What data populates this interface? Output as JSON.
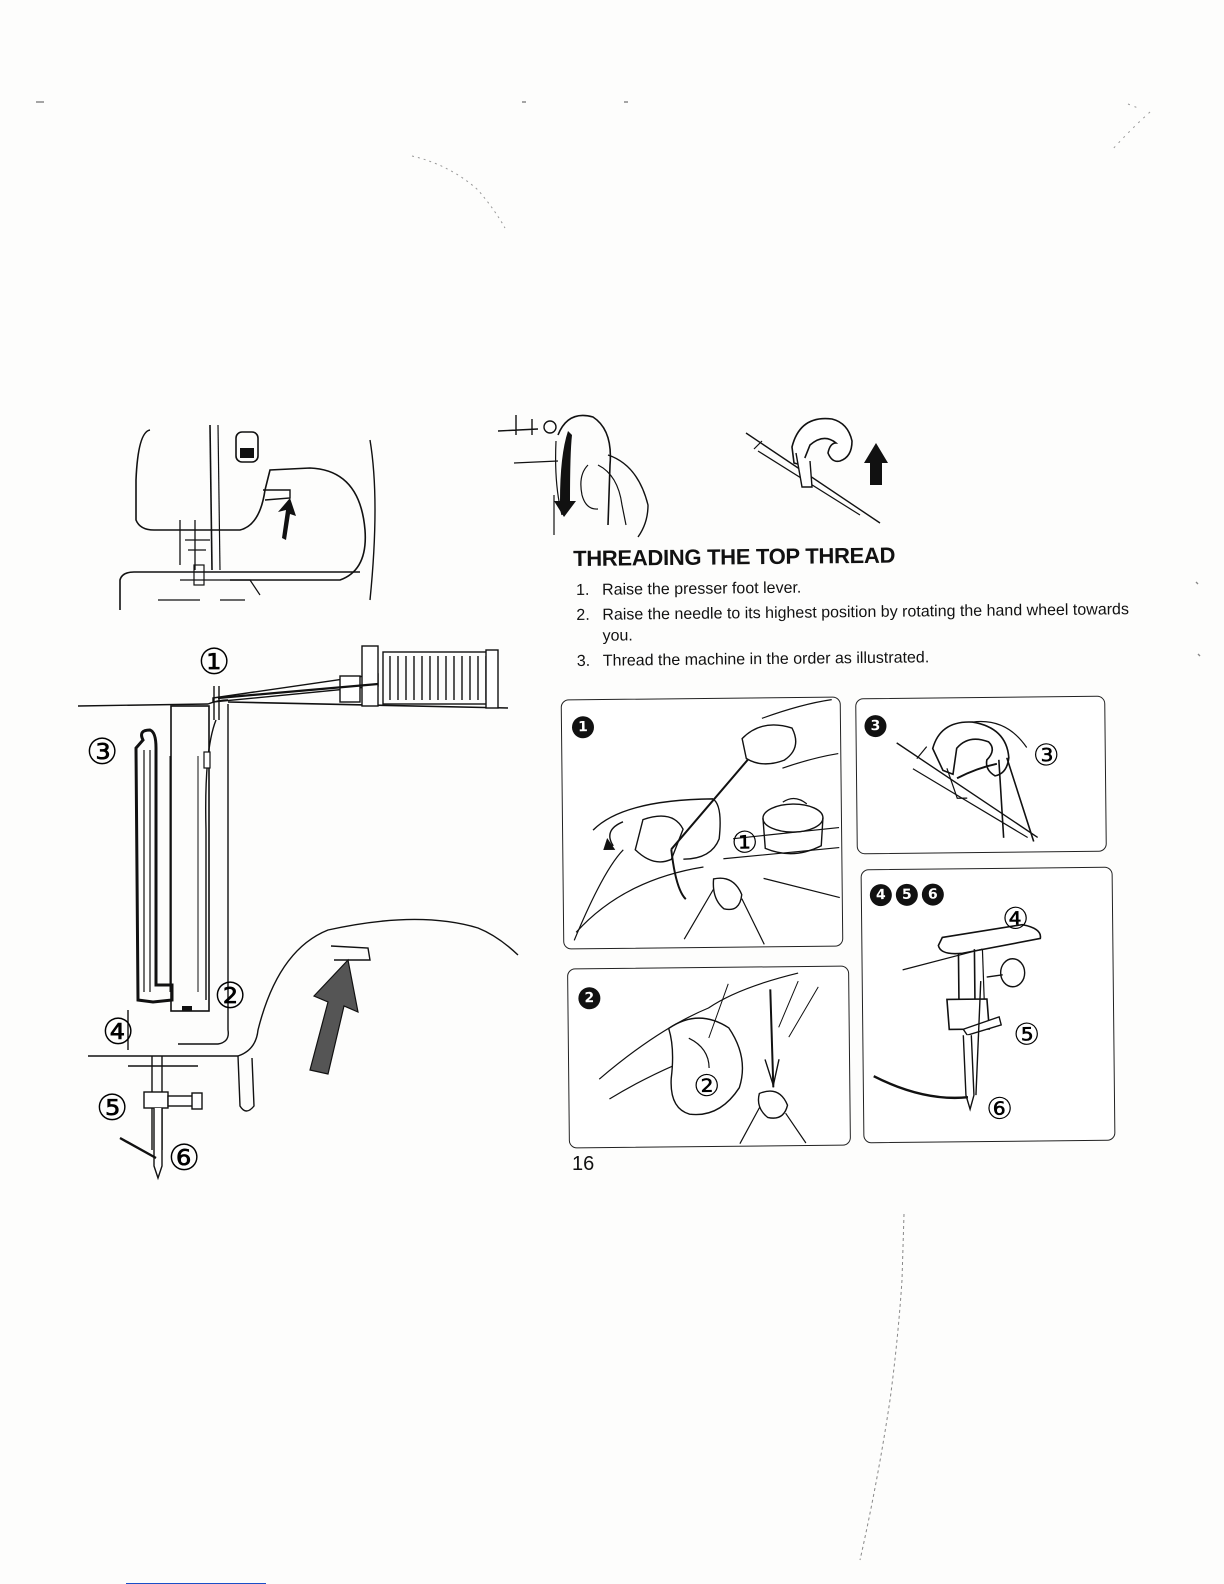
{
  "title": "THREADING THE TOP THREAD",
  "steps": [
    {
      "num": "1.",
      "text": "Raise the presser foot lever."
    },
    {
      "num": "2.",
      "text": "Raise the needle to its highest position by rotating the hand wheel towards you."
    },
    {
      "num": "3.",
      "text": "Thread the machine in the order as illustrated."
    }
  ],
  "page_number": "16",
  "callouts": [
    "①",
    "②",
    "③",
    "④",
    "⑤",
    "⑥"
  ],
  "panel_badges": {
    "panel1": "1",
    "panel2": "2",
    "panel3": "3",
    "panel456": [
      "4",
      "5",
      "6"
    ]
  },
  "colors": {
    "ink": "#111111",
    "paper": "#fdfdfc",
    "scan_line": "#1a4fc7"
  }
}
